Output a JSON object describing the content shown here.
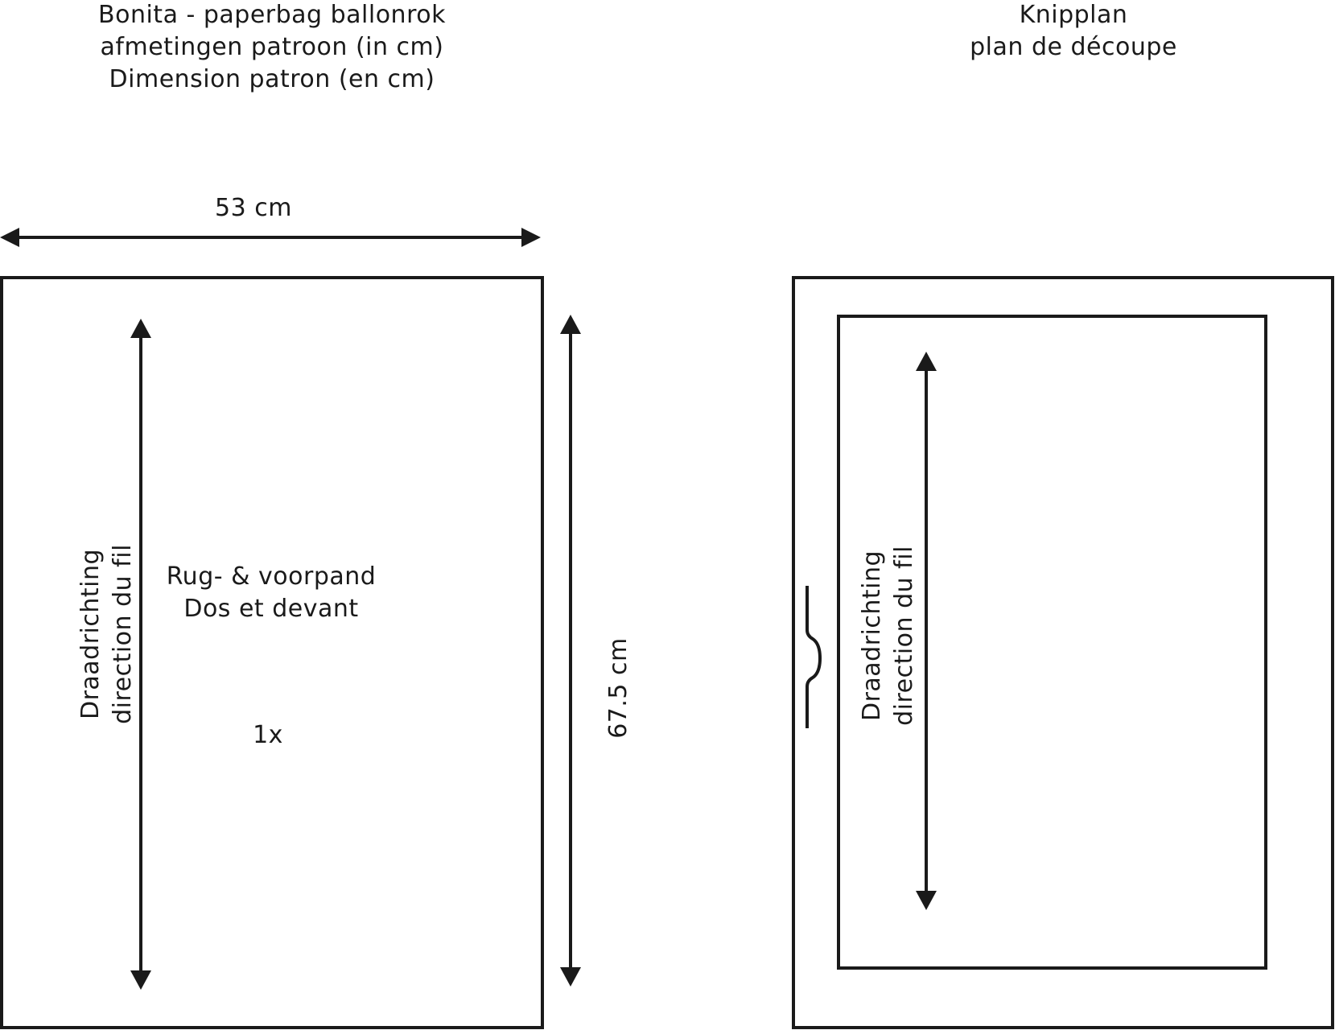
{
  "pattern": {
    "title_lines": [
      "Bonita - paperbag ballonrok",
      "afmetingen patroon (in cm)",
      "Dimension patron (en cm)"
    ],
    "width_label": "53 cm",
    "height_label": "67.5 cm",
    "piece_name_lines": [
      "Rug- & voorpand",
      "Dos et devant"
    ],
    "quantity": "1x",
    "grainline_lines": [
      "Draadrichting",
      "direction du fil"
    ]
  },
  "cutting_plan": {
    "title_lines": [
      "Knipplan",
      "plan de découpe"
    ],
    "grainline_lines": [
      "Draadrichting",
      "direction du fil"
    ]
  }
}
